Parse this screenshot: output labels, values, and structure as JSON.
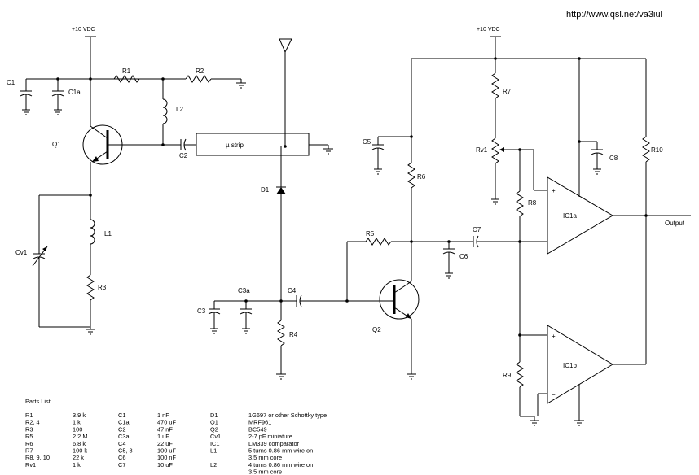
{
  "url": "http://www.qsl.net/va3iul",
  "supply_left": "+10 VDC",
  "supply_right": "+10 VDC",
  "microstrip_label": "µ strip",
  "output_label": "Output",
  "labels": {
    "C1": "C1",
    "C1a": "C1a",
    "R1": "R1",
    "R2": "R2",
    "L2": "L2",
    "Q1": "Q1",
    "C2": "C2",
    "L1": "L1",
    "Cv1": "Cv1",
    "R3": "R3",
    "D1": "D1",
    "C3": "C3",
    "C3a": "C3a",
    "C4": "C4",
    "R4": "R4",
    "C5": "C5",
    "R6": "R6",
    "R5": "R5",
    "Q2": "Q2",
    "C6": "C6",
    "C7": "C7",
    "R7": "R7",
    "Rv1": "Rv1",
    "R8": "R8",
    "R9": "R9",
    "C8": "C8",
    "R10": "R10",
    "IC1a": "IC1a",
    "IC1b": "IC1b"
  },
  "parts_list": {
    "title": "Parts List",
    "col1": [
      [
        "R1",
        "3.9 k"
      ],
      [
        "R2, 4",
        "1 k"
      ],
      [
        "R3",
        "100"
      ],
      [
        "R5",
        "2.2 M"
      ],
      [
        "R6",
        "6.8 k"
      ],
      [
        "R7",
        "100 k"
      ],
      [
        "R8, 9, 10",
        "22 k"
      ],
      [
        "Rv1",
        "1 k"
      ]
    ],
    "col2": [
      [
        "C1",
        "1 nF"
      ],
      [
        "C1a",
        "470 uF"
      ],
      [
        "C2",
        "47 nF"
      ],
      [
        "C3a",
        "1 uF"
      ],
      [
        "C4",
        "22 uF"
      ],
      [
        "C5, 8",
        "100 uF"
      ],
      [
        "C6",
        "100 nF"
      ],
      [
        "C7",
        "10 uF"
      ]
    ],
    "col3": [
      [
        "D1",
        "1G697 or other Schottky type"
      ],
      [
        "Q1",
        "MRF961"
      ],
      [
        "Q2",
        "BC549"
      ],
      [
        "Cv1",
        "2-7 pF miniature"
      ],
      [
        "IC1",
        "LM339 comparator"
      ],
      [
        "L1",
        "5 turns 0.86 mm wire on"
      ],
      [
        "",
        "3.5 mm core"
      ],
      [
        "L2",
        "4 turns 0.86 mm wire on"
      ],
      [
        "",
        "3.5 mm core"
      ]
    ]
  }
}
